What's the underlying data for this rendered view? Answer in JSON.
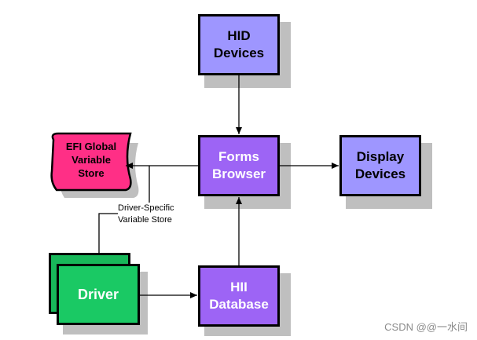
{
  "nodes": {
    "hid_devices": {
      "label_line1": "HID",
      "label_line2": "Devices"
    },
    "forms_browser": {
      "label_line1": "Forms",
      "label_line2": "Browser"
    },
    "display_devices": {
      "label_line1": "Display",
      "label_line2": "Devices"
    },
    "hii_database": {
      "label_line1": "HII",
      "label_line2": "Database"
    },
    "driver": {
      "label": "Driver"
    },
    "efi_global_variable_store": {
      "label_line1": "EFI Global",
      "label_line2": "Variable",
      "label_line3": "Store"
    }
  },
  "edge_labels": {
    "driver_specific_line1": "Driver-Specific",
    "driver_specific_line2": "Variable Store"
  },
  "watermark": "CSDN @@一水间",
  "colors": {
    "light_purple": "#9e96ff",
    "dark_purple": "#9d64f5",
    "green": "#1ac964",
    "magenta": "#ff2f86",
    "shadow": "#bfbfbf"
  }
}
